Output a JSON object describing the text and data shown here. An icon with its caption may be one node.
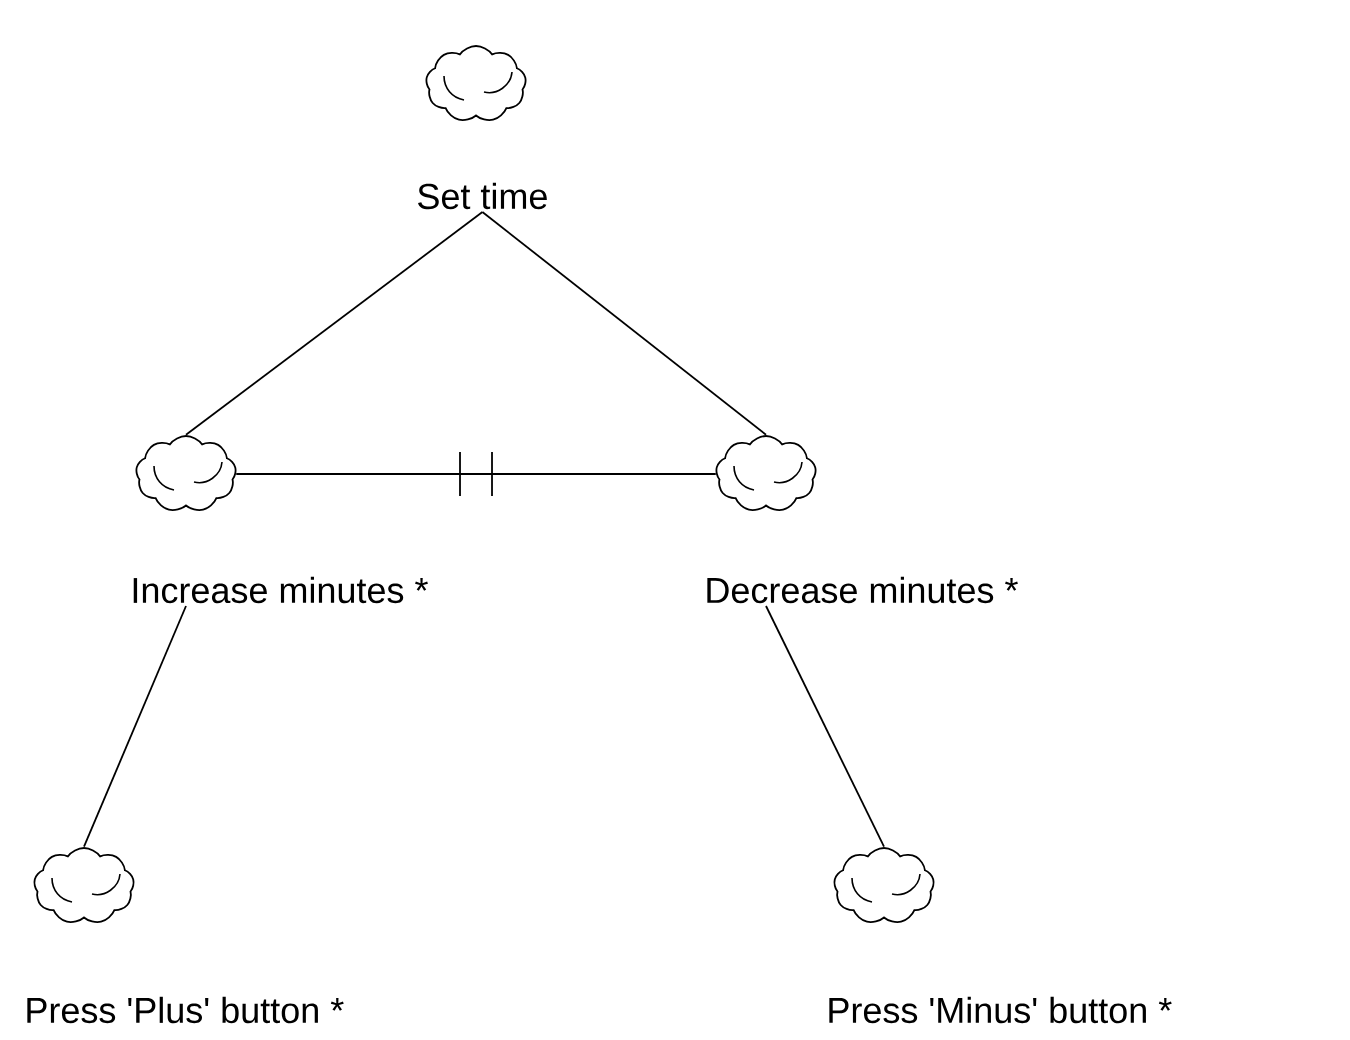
{
  "diagram": {
    "nodes": [
      {
        "text": [
          "Set time"
        ]
      },
      {
        "text": [
          "Increase minutes *"
        ]
      },
      {
        "text": [
          "Decrease minutes *"
        ]
      },
      {
        "text": [
          "Press 'Plus' button *"
        ]
      },
      {
        "text": [
          "Press 'Minus' button *"
        ]
      }
    ],
    "edges": [
      {
        "from": 0,
        "to": 1,
        "arrow": "none"
      },
      {
        "from": 0,
        "to": 2,
        "arrow": "none"
      },
      {
        "from": 1,
        "to": 2,
        "arrow": "none"
      },
      {
        "from": 1,
        "to": 3,
        "arrow": "none"
      },
      {
        "from": 2,
        "to": 4,
        "arrow": "none"
      }
    ]
  }
}
